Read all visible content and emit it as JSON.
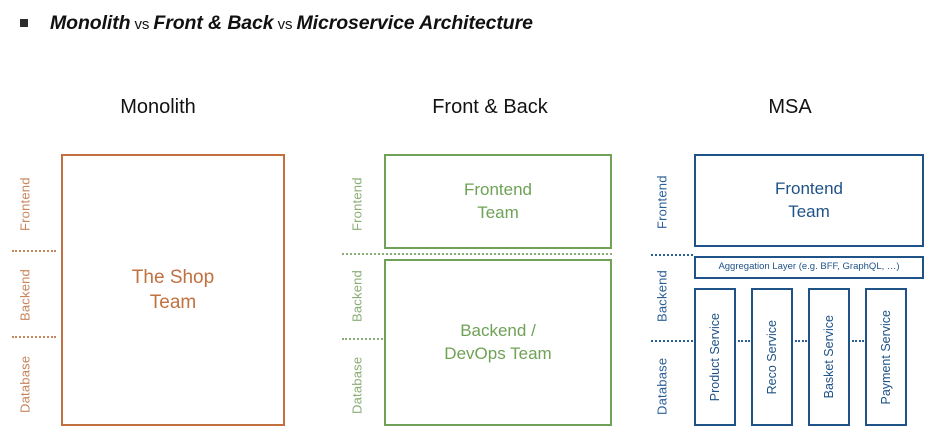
{
  "slide": {
    "bullet_icon": "square-bullet-icon",
    "title_parts": [
      {
        "text": "Monolith",
        "style": "emph"
      },
      {
        "text": "vs",
        "style": "plain"
      },
      {
        "text": "Front & Back",
        "style": "emph"
      },
      {
        "text": "vs",
        "style": "plain"
      },
      {
        "text": "Microservice Architecture",
        "style": "emph"
      }
    ]
  },
  "colors": {
    "monolith": "#c2703f",
    "monolith_axis": "#c8855c",
    "front_back": "#6fa256",
    "front_back_axis": "#8aac75",
    "msa": "#1f5287",
    "msa_axis": "#2b5f95",
    "title": "#111111"
  },
  "axis_layers": [
    "Frontend",
    "Backend",
    "Database"
  ],
  "columns": [
    {
      "id": "monolith",
      "heading": "Monolith",
      "boxes": [
        {
          "id": "mono-team",
          "label": "The Shop\nTeam"
        }
      ]
    },
    {
      "id": "front-back",
      "heading": "Front & Back",
      "boxes": [
        {
          "id": "fb-frontend",
          "label": "Frontend\nTeam"
        },
        {
          "id": "fb-backend",
          "label": "Backend /\nDevOps Team"
        }
      ]
    },
    {
      "id": "msa",
      "heading": "MSA",
      "boxes": [
        {
          "id": "msa-frontend",
          "label": "Frontend\nTeam"
        },
        {
          "id": "msa-aggregation",
          "label": "Aggregation Layer (e.g. BFF, GraphQL, …)"
        }
      ],
      "services": [
        {
          "id": "product",
          "label": "Product Service"
        },
        {
          "id": "reco",
          "label": "Reco Service"
        },
        {
          "id": "basket",
          "label": "Basket Service"
        },
        {
          "id": "payment",
          "label": "Payment Service"
        }
      ]
    }
  ]
}
